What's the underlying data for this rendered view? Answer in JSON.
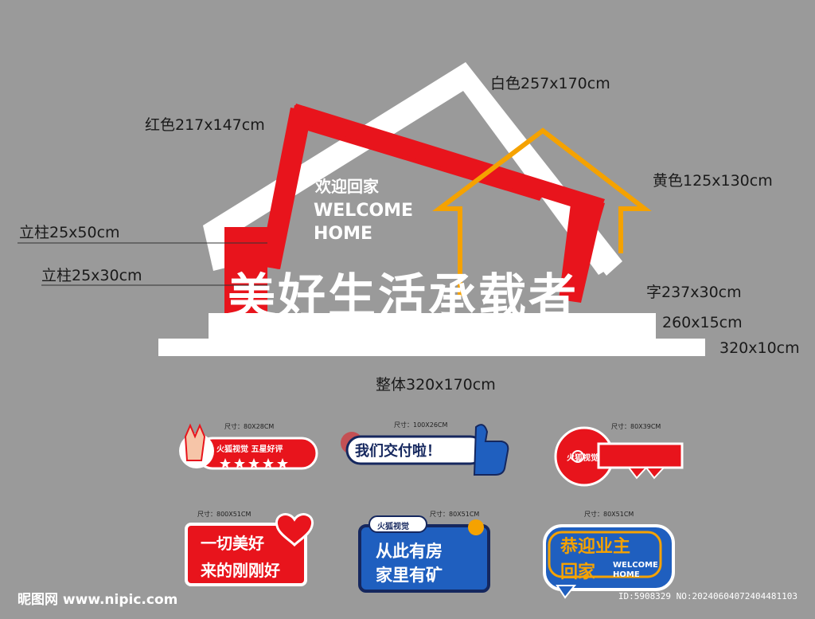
{
  "labels": {
    "white": "白色257x170cm",
    "red": "红色217x147cm",
    "yellow": "黄色125x130cm",
    "pillar1": "立柱25x50cm",
    "pillar2": "立柱25x30cm",
    "text": "字237x30cm",
    "base1": "260x15cm",
    "base2": "320x10cm",
    "overall": "整体320x170cm"
  },
  "sign": {
    "welcome_cn": "欢迎回家",
    "welcome_en1": "WELCOME",
    "welcome_en2": "HOME",
    "slogan": "美好生活承载者"
  },
  "props": [
    {
      "size": "尺寸：80X28CM",
      "text": "火狐视觉  五星好评"
    },
    {
      "size": "尺寸：100X26CM",
      "text": "我们交付啦！"
    },
    {
      "size": "尺寸：80X39CM",
      "text": "火狐视觉"
    },
    {
      "size": "尺寸：800X51CM",
      "text1": "一切美好",
      "text2": "来的刚刚好"
    },
    {
      "size": "尺寸：80X51CM",
      "badge": "火狐视觉",
      "text1": "从此有房",
      "text2": "家里有矿"
    },
    {
      "size": "尺寸：80X51CM",
      "text1": "恭迎业主",
      "text2": "回家",
      "en1": "WELCOME",
      "en2": "HOME"
    }
  ],
  "watermark": {
    "left": "昵图网 www.nipic.com",
    "right": "ID:5908329 NO:20240604072404481103"
  },
  "colors": {
    "bg": "#9a9a9a",
    "red": "#e8141c",
    "yellow": "#f5a200",
    "white": "#ffffff",
    "blue": "#1f5fbf",
    "navy": "#15275e"
  }
}
